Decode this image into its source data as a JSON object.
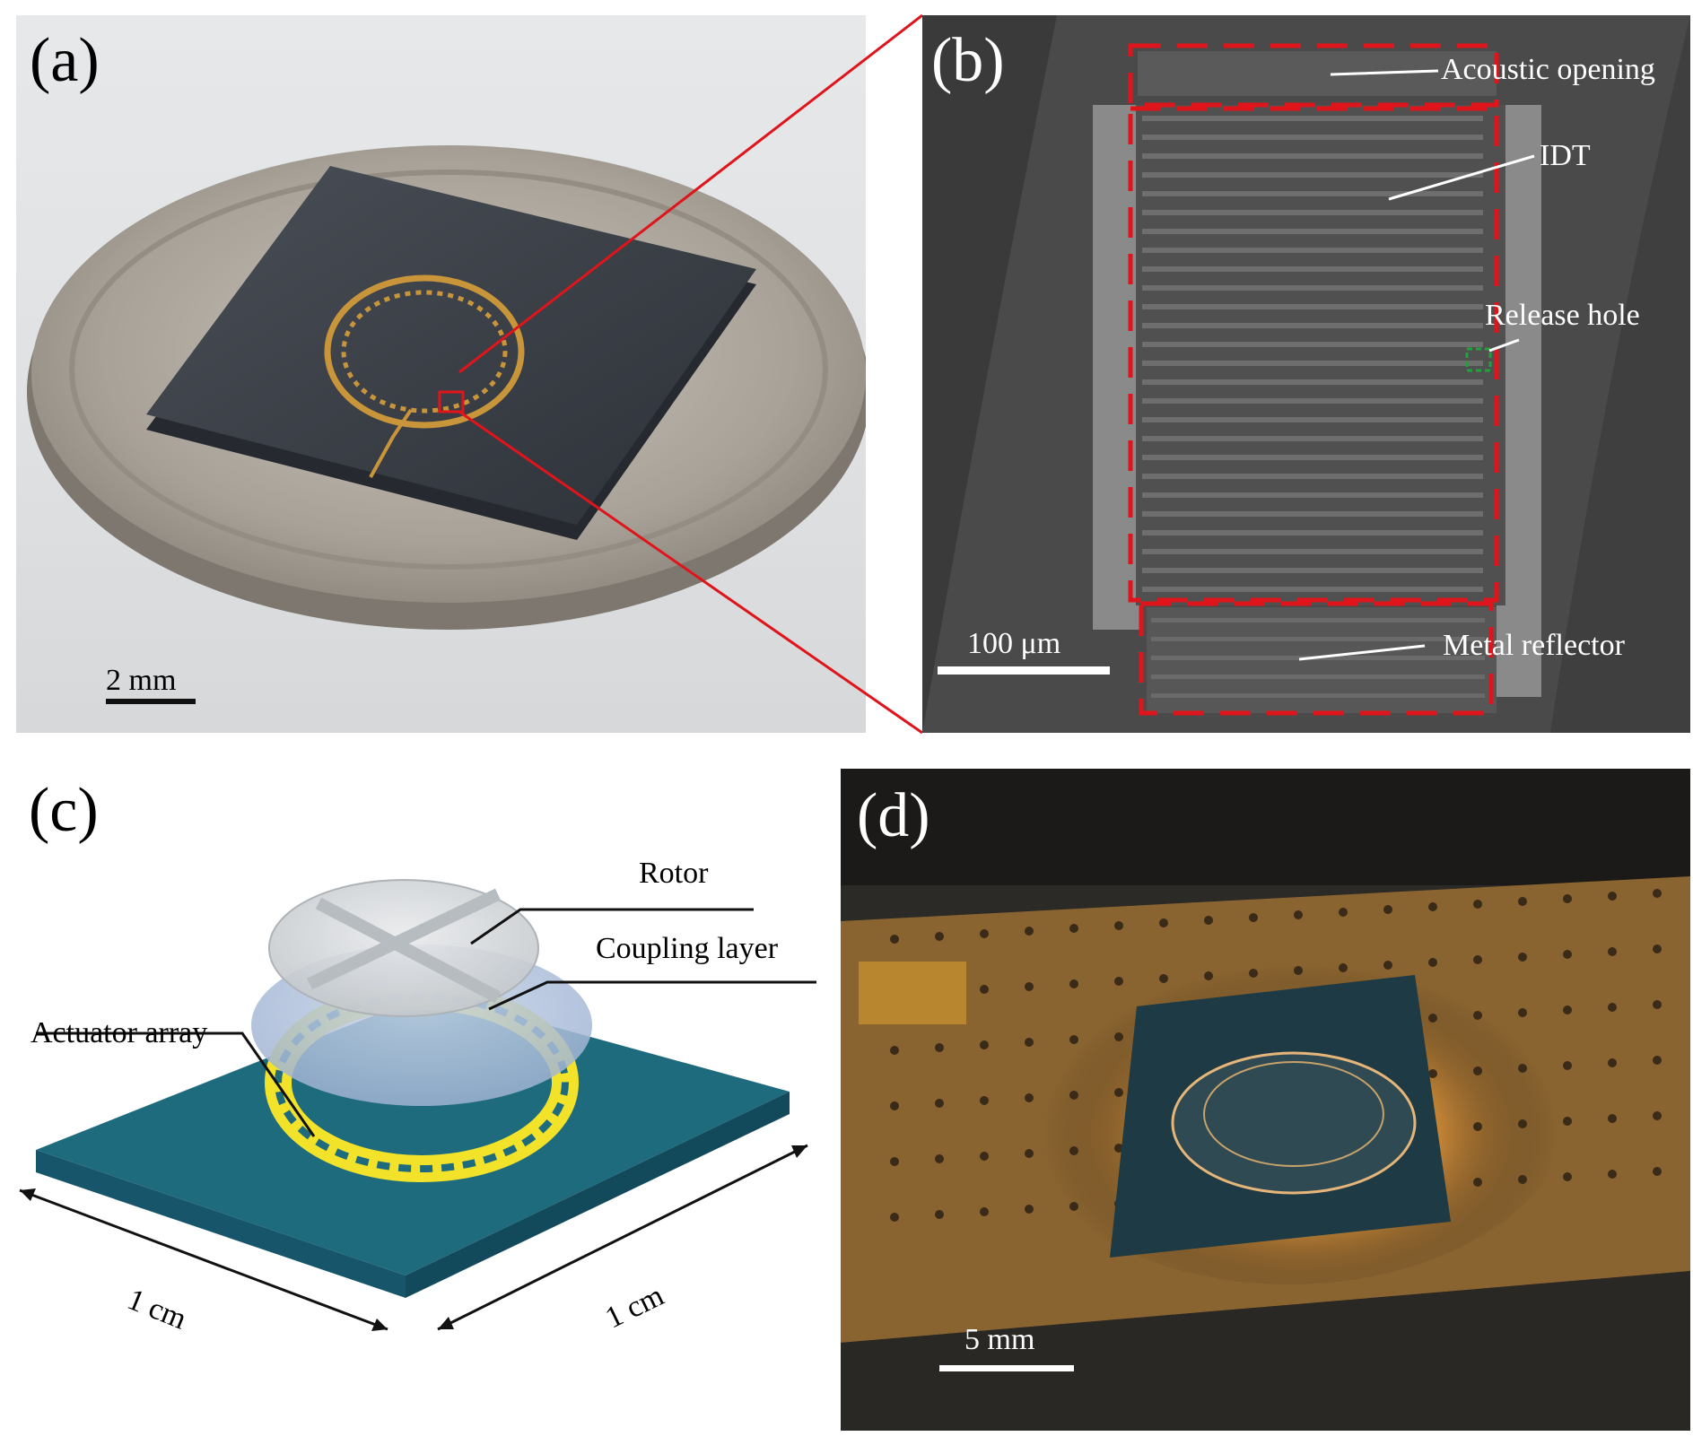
{
  "panel_a": {
    "label": "(a)",
    "scale": "2 mm"
  },
  "panel_b": {
    "label": "(b)",
    "scale": "100 μm",
    "callouts": {
      "acoustic_opening": "Acoustic opening",
      "idt": "IDT",
      "release_hole": "Release hole",
      "metal_reflector": "Metal reflector"
    }
  },
  "panel_c": {
    "label": "(c)",
    "callouts": {
      "rotor": "Rotor",
      "coupling_layer": "Coupling layer",
      "actuator_array": "Actuator  array"
    },
    "dim_left": "1 cm",
    "dim_right": "1 cm"
  },
  "panel_d": {
    "label": "(d)",
    "scale": "5 mm"
  },
  "colors": {
    "highlight_red": "#e0141b",
    "release_green": "#1fa33a",
    "substrate_teal": "#1f6b7e",
    "gold": "#d4a43a",
    "actuator_yellow": "#f2e32a"
  }
}
